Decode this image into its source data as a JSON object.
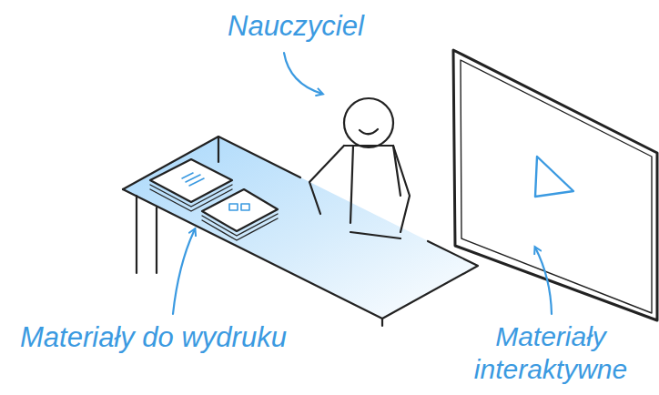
{
  "diagram": {
    "labels": [
      "Nauczyciel",
      "Materiały do wydruku",
      "Materiały interaktywne"
    ]
  }
}
